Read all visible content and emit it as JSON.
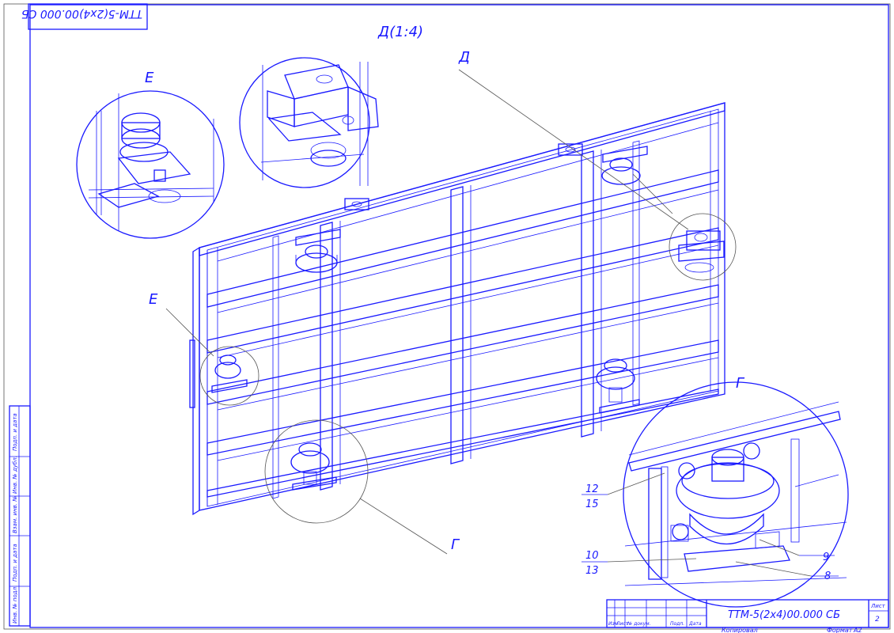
{
  "drawing": {
    "code": "ТТМ-5(2х4)00.000 СБ",
    "code_mirrored": "ТТМ-5(2х4)00.000 СБ",
    "sheet_label": "Лист",
    "sheet_number": "2",
    "copied_label": "Копировал",
    "format_label": "Формат",
    "format_value": "А2"
  },
  "title_block": {
    "columns": [
      "Изм",
      "Лист",
      "№ докум.",
      "Подп.",
      "Дата"
    ]
  },
  "side_stamp": {
    "fields": [
      "Инв. № подл.",
      "Подп. и дата",
      "Взам. инв. №",
      "Инв. № дубл.",
      "Подп. и дата"
    ]
  },
  "views": {
    "E_top": "Е",
    "D_top": "Д(1:4)",
    "D_callout": "Д",
    "E_callout": "Е",
    "G_top": "Г",
    "G_callout": "Г"
  },
  "positions": {
    "p12": "12",
    "p15": "15",
    "p10": "10",
    "p13": "13",
    "p9": "9",
    "p8": "8"
  }
}
